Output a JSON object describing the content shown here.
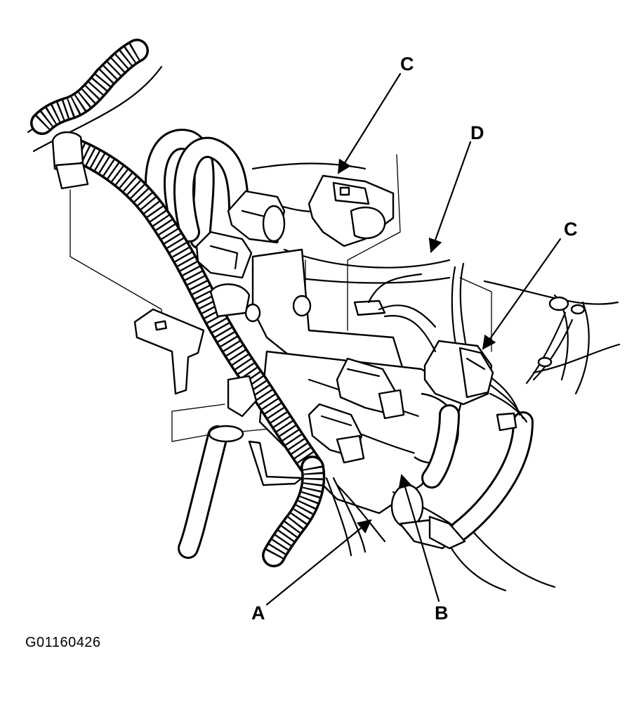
{
  "figure": {
    "id_text": "G01160426"
  },
  "callouts": {
    "a": "A",
    "b": "B",
    "c_top": "C",
    "c_right": "C",
    "d": "D"
  }
}
